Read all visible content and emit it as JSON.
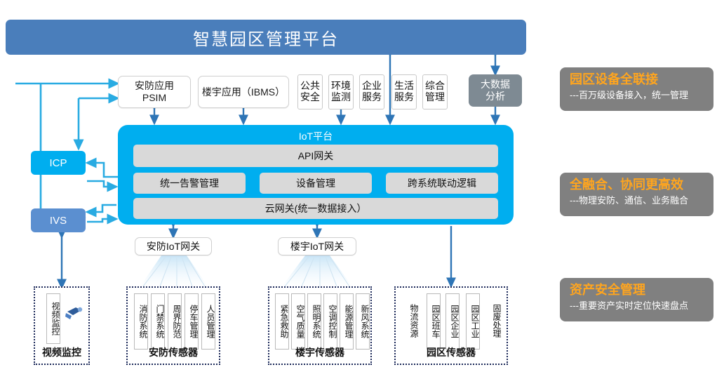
{
  "header": {
    "title": "智慧园区管理平台"
  },
  "apps": {
    "psim": "安防应用\nPSIM",
    "psim_line1": "安防应用",
    "psim_line2": "PSIM",
    "ibms": "楼宇应用（IBMS）",
    "chips": [
      {
        "l1": "公共",
        "l2": "安全"
      },
      {
        "l1": "环境",
        "l2": "监测"
      },
      {
        "l1": "企业",
        "l2": "服务"
      },
      {
        "l1": "生活",
        "l2": "服务"
      },
      {
        "l1": "综合",
        "l2": "管理"
      }
    ],
    "bigdata": {
      "l1": "大数据",
      "l2": "分析"
    }
  },
  "left_nodes": {
    "icp": "ICP",
    "ivs": "IVS"
  },
  "iot": {
    "title": "IoT平台",
    "api_gateway": "API网关",
    "middle": [
      "统一告警管理",
      "设备管理",
      "跨系统联动逻辑"
    ],
    "cloud_gateway": "云网关(统一数据接入）"
  },
  "gateways": {
    "security": "安防IoT网关",
    "building": "楼宇IoT网关"
  },
  "sensor_groups": [
    {
      "title": "视频监控",
      "items": [
        "视频监控"
      ],
      "icon": "camera-icon"
    },
    {
      "title": "安防传感器",
      "items": [
        "消防系统",
        "门禁系统",
        "周界防范",
        "停车管理",
        "人员管理"
      ]
    },
    {
      "title": "楼宇传感器",
      "items": [
        "紧急救助",
        "空气质量",
        "照明系统",
        "空调控制",
        "能源管理",
        "新风系统"
      ]
    },
    {
      "title": "园区传感器",
      "items": [
        "物流资源",
        "园区班车",
        "园区企业",
        "园区工业",
        "固废处理"
      ]
    }
  ],
  "features": [
    {
      "title": "园区设备全联接",
      "subtitle": "---百万级设备接入，统一管理"
    },
    {
      "title": "全融合、协同更高效",
      "subtitle": "---物理安防、通信、业务融合"
    },
    {
      "title": "资产安全管理",
      "subtitle": "---重要资产实时定位快速盘点"
    }
  ],
  "colors": {
    "banner": "#4A7EBB",
    "iot_platform": "#00AEEF",
    "icp": "#00AEEF",
    "ivs": "#5B8FD0",
    "bigdata": "#7E8A93",
    "feature_panel": "#808080",
    "feature_title": "#FFA51E",
    "slab": "#D9D9D9",
    "arrow": "#2E75B6",
    "arrow_cyan": "#29ABE2"
  }
}
